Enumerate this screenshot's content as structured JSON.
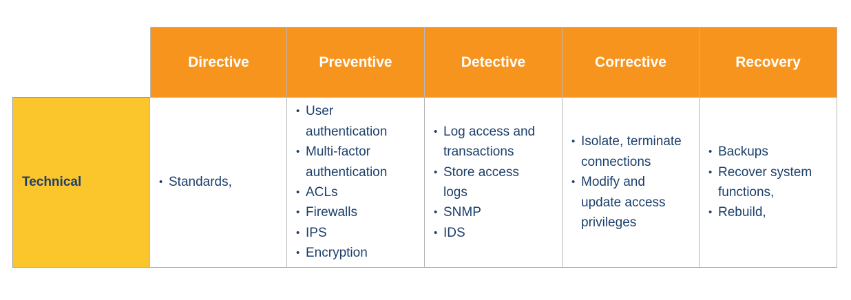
{
  "columns": [
    "Directive",
    "Preventive",
    "Detective",
    "Corrective",
    "Recovery"
  ],
  "row": {
    "label": "Technical",
    "cells": [
      [
        "Standards,"
      ],
      [
        "User authentication",
        "Multi-factor authentication",
        "ACLs",
        "Firewalls",
        "IPS",
        "Encryption"
      ],
      [
        "Log access and transactions",
        "Store access logs",
        "SNMP",
        "IDS"
      ],
      [
        "Isolate, terminate connections",
        "Modify and update access privileges"
      ],
      [
        "Backups",
        "Recover system functions,",
        "Rebuild,"
      ]
    ]
  },
  "colors": {
    "header_bg": "#f7941d",
    "row_header_bg": "#fbc52c",
    "text": "#1b3f6b",
    "header_text": "#ffffff"
  }
}
